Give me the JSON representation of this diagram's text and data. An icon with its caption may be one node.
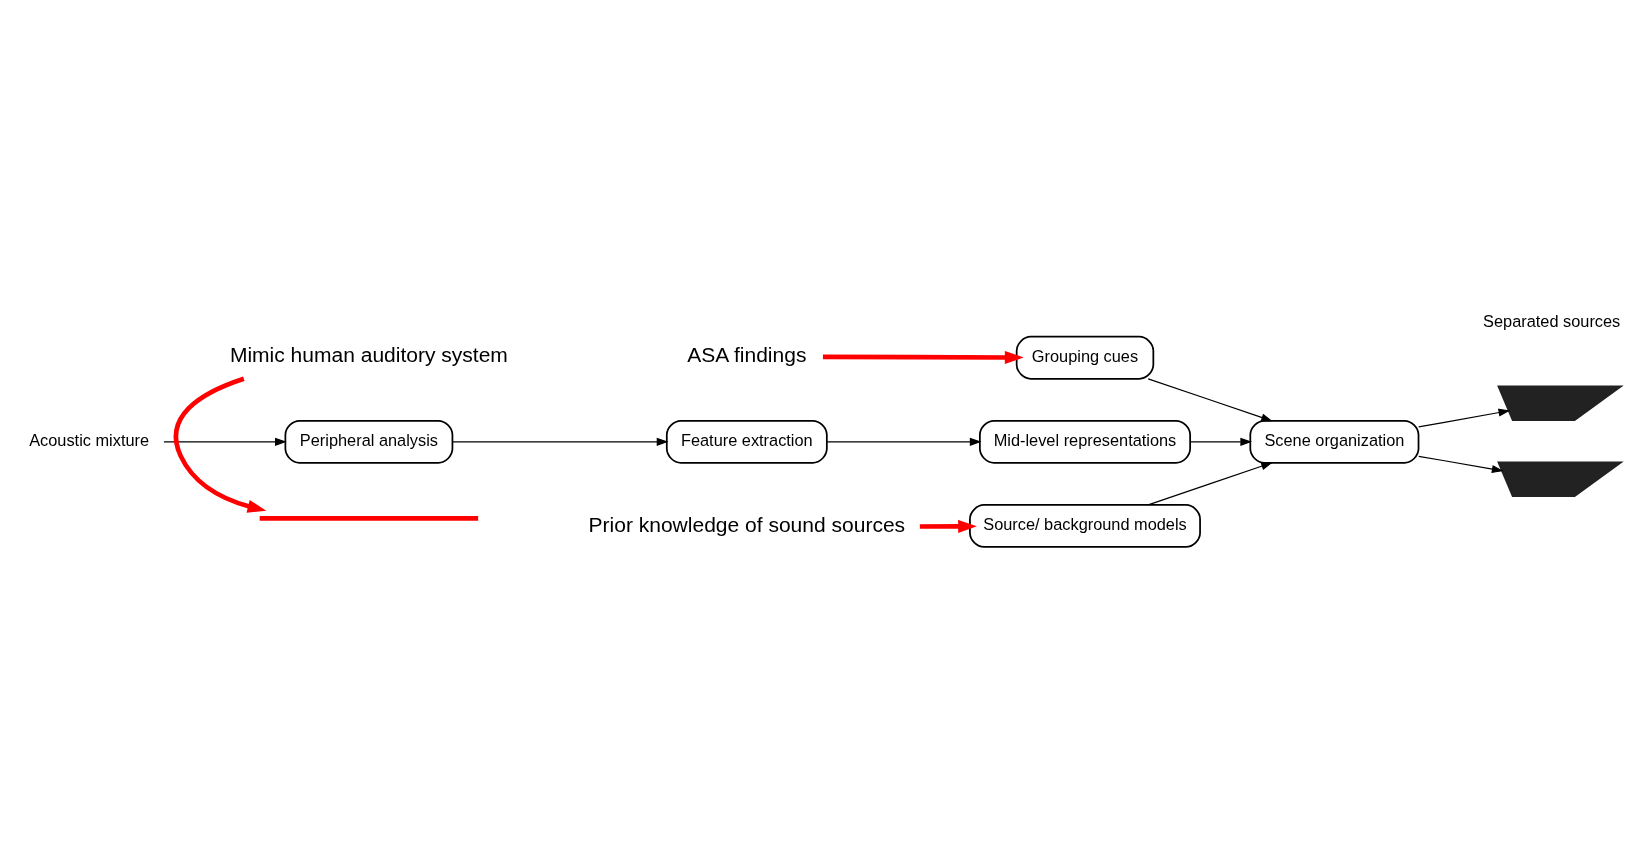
{
  "diagram": {
    "nodes": [
      {
        "text": [
          "Acoustic mixture"
        ]
      },
      {
        "text": [
          "Peripheral analysis"
        ]
      },
      {
        "text": [
          "Feature extraction"
        ]
      },
      {
        "text": [
          "Mid-level representations"
        ]
      },
      {
        "text": [
          "Grouping cues"
        ]
      },
      {
        "text": [
          "Scene organization"
        ]
      },
      {
        "text": [
          "Source/ background models"
        ]
      },
      {
        "text": [],
        "shape": "waveform"
      },
      {
        "text": [],
        "shape": "waveform"
      },
      {
        "text": [
          "ASA findings"
        ]
      },
      {
        "text": [
          "Prior knowledge of sound sources"
        ]
      },
      {
        "text": [
          "Mimic human auditory system"
        ]
      },
      {
        "text": [],
        "shape": "bracket"
      }
    ],
    "edges": [
      {
        "from": 0,
        "to": 1,
        "arrow": "to"
      },
      {
        "from": 1,
        "to": 2,
        "arrow": "to"
      },
      {
        "from": 2,
        "to": 3,
        "arrow": "to"
      },
      {
        "from": 3,
        "to": 5,
        "arrow": "to"
      },
      {
        "from": 4,
        "to": 5,
        "arrow": "to"
      },
      {
        "from": 6,
        "to": 5,
        "arrow": "to"
      },
      {
        "from": 5,
        "to": 7,
        "arrow": "to"
      },
      {
        "from": 5,
        "to": 8,
        "arrow": "to"
      },
      {
        "from": 9,
        "to": 4,
        "arrow": "to",
        "style": "thick",
        "color": "#ff0000"
      },
      {
        "from": 10,
        "to": 6,
        "arrow": "to",
        "style": "thick",
        "color": "#ff0000"
      },
      {
        "from": 11,
        "to": 12,
        "arrow": "to",
        "style": "thick",
        "color": "#ff0000"
      }
    ],
    "labels": [
      "Separated sources"
    ]
  }
}
